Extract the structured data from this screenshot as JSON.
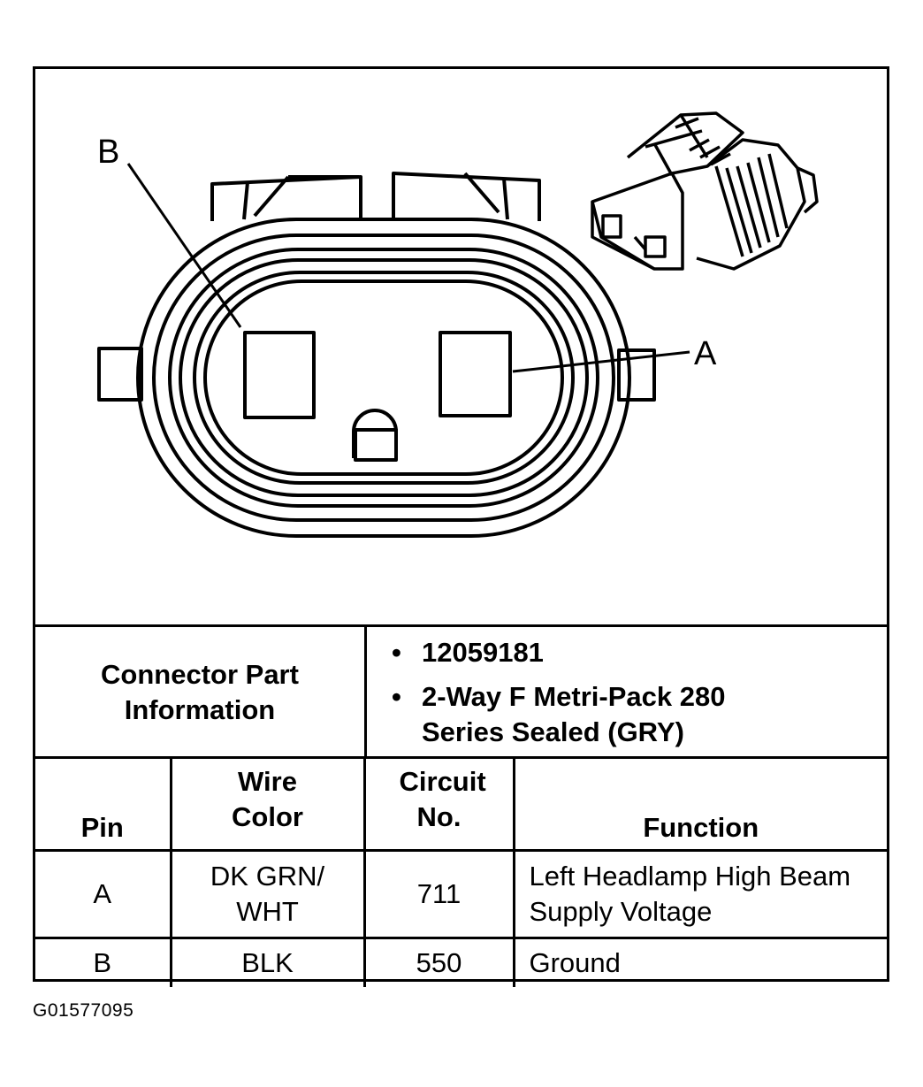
{
  "diagram": {
    "callouts": {
      "pin_b": "B",
      "pin_a": "A"
    }
  },
  "connector_info": {
    "header": "Connector Part Information",
    "details": [
      "12059181",
      "2-Way F Metri-Pack 280 Series Sealed (GRY)"
    ]
  },
  "pin_table": {
    "columns": [
      "Pin",
      "Wire Color",
      "Circuit No.",
      "Function"
    ],
    "rows": [
      {
        "pin": "A",
        "wire_color": "DK GRN/ WHT",
        "circuit": "711",
        "function": "Left Headlamp High Beam Supply Voltage"
      },
      {
        "pin": "B",
        "wire_color": "BLK",
        "circuit": "550",
        "function": "Ground"
      }
    ]
  },
  "figure_id": "G01577095"
}
